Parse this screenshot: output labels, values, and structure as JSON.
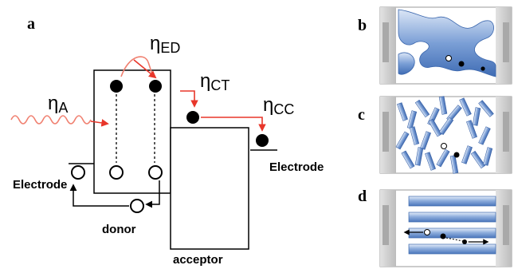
{
  "panels": {
    "a": "a",
    "b": "b",
    "c": "c",
    "d": "d"
  },
  "efficiencies": {
    "absorption": {
      "symbol": "η",
      "sub": "A"
    },
    "exciton_diffusion": {
      "symbol": "η",
      "sub": "ED"
    },
    "charge_transfer": {
      "symbol": "η",
      "sub": "CT"
    },
    "charge_collection": {
      "symbol": "η",
      "sub": "CC"
    }
  },
  "labels": {
    "electrode_left": "Electrode",
    "electrode_right": "Electrode",
    "donor": "donor",
    "acceptor": "acceptor"
  },
  "colors": {
    "arrow_red": "#e8362a",
    "wave_red": "#f08070",
    "blend_blue": "#4a78c0",
    "blend_light": "#c6d6ee",
    "electrode_grey": "#bdbdbd",
    "frame_grey": "#9a9a9a"
  }
}
